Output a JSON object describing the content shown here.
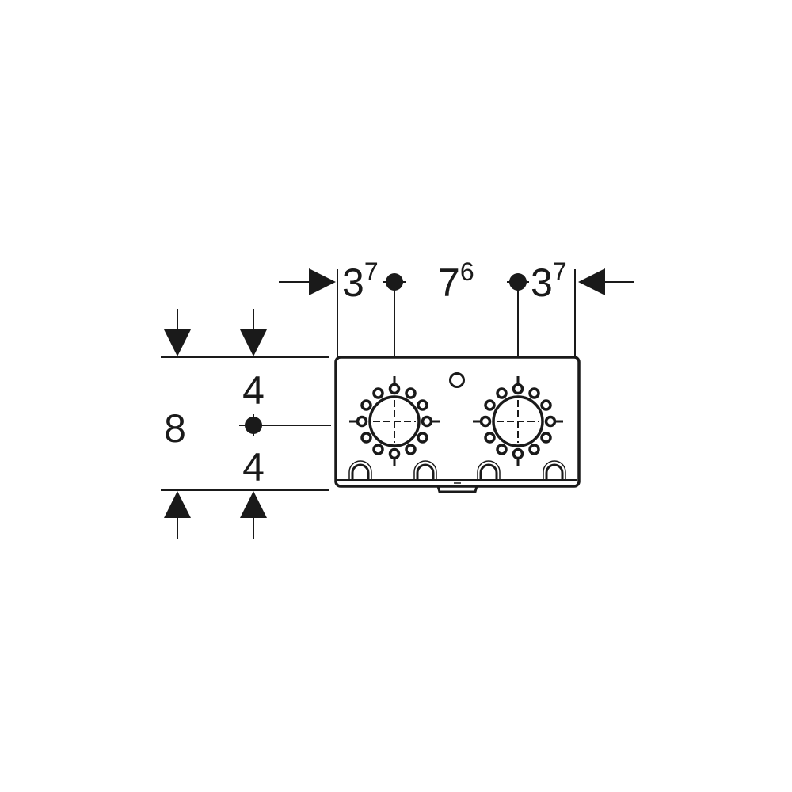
{
  "horizontal_dimensions": {
    "left_offset": {
      "base": "3",
      "sup": "7"
    },
    "center_spacing": {
      "base": "7",
      "sup": "6"
    },
    "right_offset": {
      "base": "3",
      "sup": "7"
    }
  },
  "vertical_dimensions": {
    "total_height": "8",
    "upper_half": "4",
    "lower_half": "4"
  },
  "colors": {
    "line": "#1a1a1a",
    "background": "#ffffff"
  }
}
